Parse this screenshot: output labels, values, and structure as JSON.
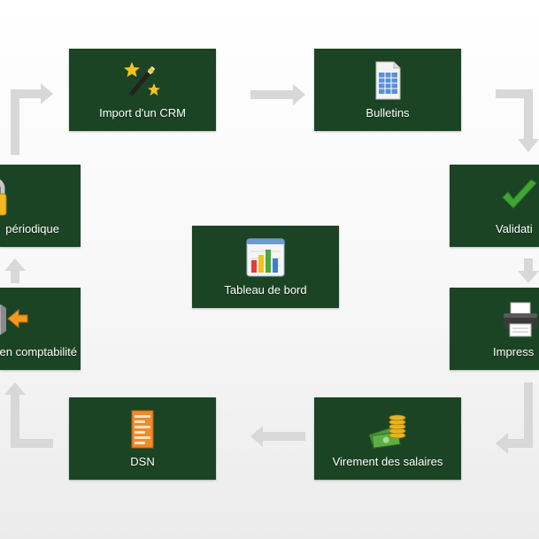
{
  "tiles": {
    "import_crm": {
      "label": "Import d'un CRM",
      "icon": "magic-wand-stars-icon"
    },
    "bulletins": {
      "label": "Bulletins",
      "icon": "document-grid-icon"
    },
    "validation": {
      "label": "Validati",
      "icon": "checkmark-icon"
    },
    "impression": {
      "label": "Impress",
      "icon": "printer-icon"
    },
    "virement": {
      "label": "Virement des salaires",
      "icon": "money-stack-icon"
    },
    "dsn": {
      "label": "DSN",
      "icon": "report-document-icon"
    },
    "comptabilite": {
      "label": "en comptabilité",
      "icon": "export-arrow-icon"
    },
    "periodique": {
      "label": "périodique",
      "icon": "padlock-icon"
    },
    "tableau": {
      "label": "Tableau de bord",
      "icon": "bar-chart-icon"
    }
  },
  "colors": {
    "tile_bg": "#1b4424",
    "arrow": "#d8d8d8",
    "text": "#ffffff"
  }
}
